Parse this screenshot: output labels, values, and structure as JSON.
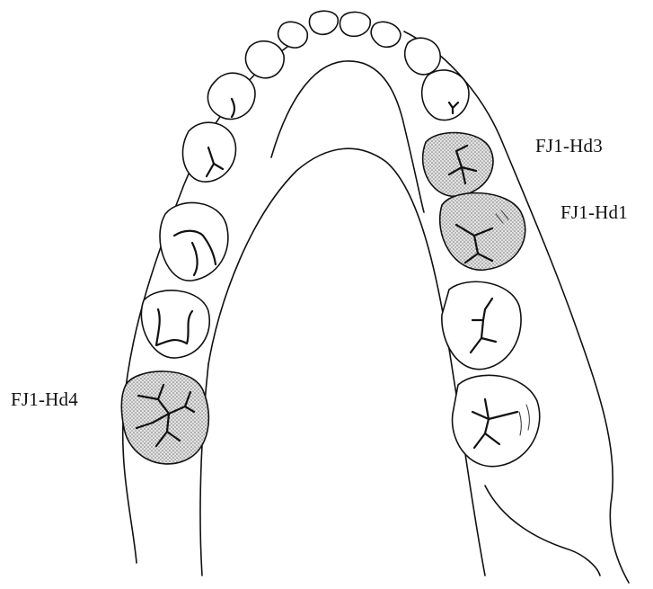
{
  "labels": {
    "hd3": "FJ1-Hd3",
    "hd1": "FJ1-Hd1",
    "hd4": "FJ1-Hd4"
  },
  "colors": {
    "stroke": "#111111",
    "shade": "#c9c9c9",
    "background": "#ffffff"
  }
}
